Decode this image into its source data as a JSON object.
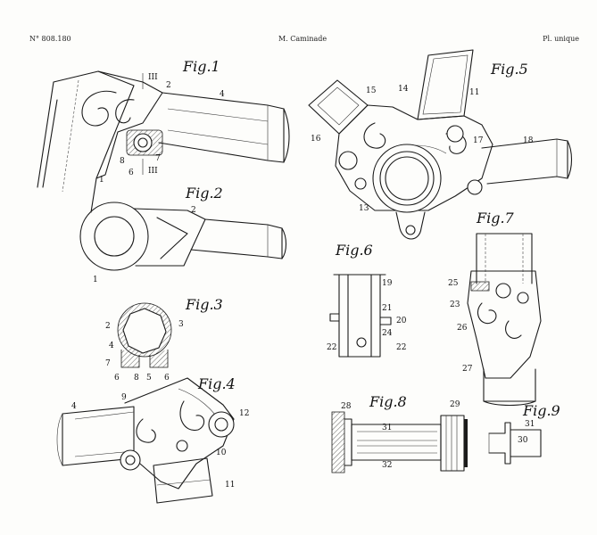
{
  "header": {
    "patent_number": "N° 808.180",
    "inventor": "M. Caminade",
    "plate": "Pl. unique"
  },
  "figures": {
    "fig1": {
      "title": "Fig.1",
      "labels": [
        "1",
        "2",
        "4",
        "6",
        "7",
        "8",
        "III",
        "III"
      ]
    },
    "fig2": {
      "title": "Fig.2",
      "labels": [
        "1",
        "2"
      ]
    },
    "fig3": {
      "title": "Fig.3",
      "labels": [
        "2",
        "3",
        "4",
        "5",
        "6",
        "6",
        "7",
        "8"
      ]
    },
    "fig4": {
      "title": "Fig.4",
      "labels": [
        "4",
        "9",
        "10",
        "11",
        "12"
      ]
    },
    "fig5": {
      "title": "Fig.5",
      "labels": [
        "11",
        "13",
        "14",
        "15",
        "16",
        "17",
        "18"
      ]
    },
    "fig6": {
      "title": "Fig.6",
      "labels": [
        "19",
        "20",
        "21",
        "22",
        "22",
        "24"
      ]
    },
    "fig7": {
      "title": "Fig.7",
      "labels": [
        "23",
        "25",
        "26",
        "27"
      ]
    },
    "fig8": {
      "title": "Fig.8",
      "labels": [
        "28",
        "29",
        "31",
        "32"
      ]
    },
    "fig9": {
      "title": "Fig.9",
      "labels": [
        "30",
        "31"
      ]
    }
  }
}
